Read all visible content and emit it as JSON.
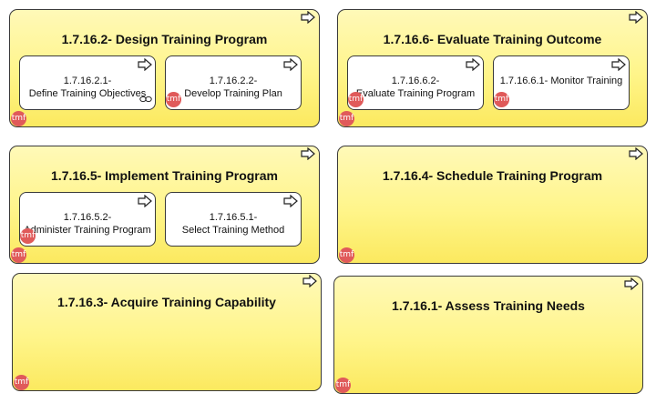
{
  "boxes": [
    {
      "id": "design",
      "title": "1.7.16.2- Design Training Program",
      "children": [
        {
          "line1": "1.7.16.2.1-",
          "line2": "Define Training Objectives",
          "has_link_icon": true
        },
        {
          "line1": "1.7.16.2.2-",
          "line2": "Develop Training Plan"
        }
      ]
    },
    {
      "id": "evaluate",
      "title": "1.7.16.6- Evaluate Training Outcome",
      "children": [
        {
          "line1": "1.7.16.6.2-",
          "line2": "Evaluate Training Program"
        },
        {
          "line1": "",
          "line2": "1.7.16.6.1- Monitor Training"
        }
      ]
    },
    {
      "id": "implement",
      "title": "1.7.16.5- Implement Training Program",
      "children": [
        {
          "line1": "1.7.16.5.2-",
          "line2": "Administer Training Program"
        },
        {
          "line1": "1.7.16.5.1-",
          "line2": "Select Training Method"
        }
      ]
    },
    {
      "id": "schedule",
      "title": "1.7.16.4- Schedule Training Program",
      "children": []
    },
    {
      "id": "acquire",
      "title": "1.7.16.3- Acquire Training Capability",
      "children": []
    },
    {
      "id": "assess",
      "title": "1.7.16.1- Assess Training Needs",
      "children": []
    }
  ],
  "badge_text": "tmf",
  "colors": {
    "box_fill": "#fff58a",
    "border": "#3a3a3a",
    "badge": "#e05a5a"
  },
  "icons": {
    "corner": "arrow-right-icon",
    "badge": "tmf-logo-icon",
    "link": "link-icon"
  }
}
